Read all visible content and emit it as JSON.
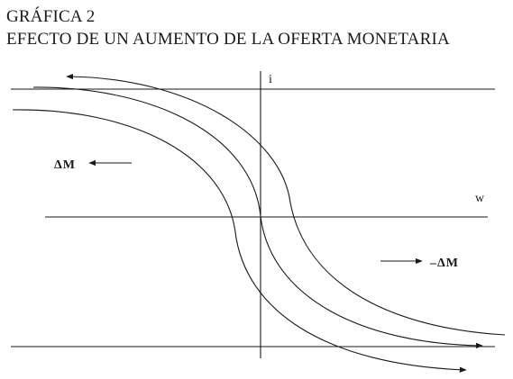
{
  "figure": {
    "title_line1": "GRÁFICA 2",
    "title_line2": "EFECTO DE UN AUMENTO DE LA OFERTA MONETARIA"
  },
  "diagram": {
    "axis_vertical_label": "i",
    "axis_horizontal_label": "w",
    "shift_left_label": "ΔM",
    "shift_right_label": "–ΔM"
  }
}
